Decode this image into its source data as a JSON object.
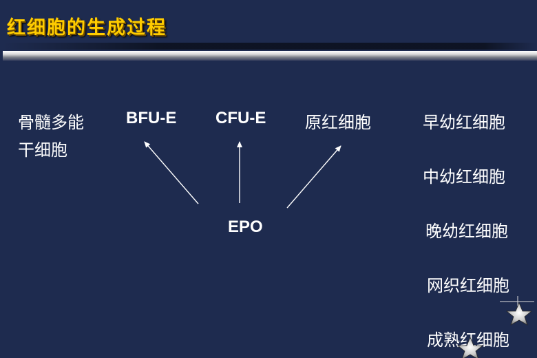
{
  "title": "红细胞的生成过程",
  "nodes": {
    "stem_cell_line1": "骨髓多能",
    "stem_cell_line2": "干细胞",
    "bfu_e": "BFU-E",
    "cfu_e": "CFU-E",
    "proerythroblast": "原红细胞",
    "early_erythroblast": "早幼红细胞",
    "intermediate_erythroblast": "中幼红细胞",
    "late_erythroblast": "晚幼红细胞",
    "reticulocyte": "网织红细胞",
    "mature_erythrocyte": "成熟红细胞",
    "epo": "EPO"
  },
  "colors": {
    "background": "#1e2b4f",
    "title": "#ffcc00",
    "text": "#ffffff"
  },
  "icons": [
    "star-icon",
    "star-icon"
  ]
}
